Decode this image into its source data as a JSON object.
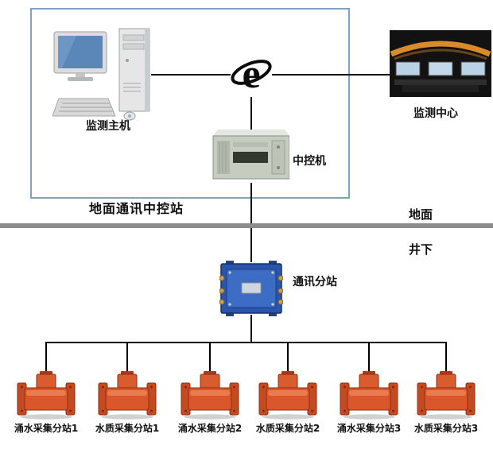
{
  "nodes": {
    "host_label": "监测主机",
    "center_label": "监测中心",
    "server_label": "中控机",
    "station_label": "地面通讯中控站",
    "substation_label": "通讯分站",
    "surface_label": "地面",
    "underground_label": "井下"
  },
  "devices": [
    {
      "label": "涌水采集分站1"
    },
    {
      "label": "水质采集分站1"
    },
    {
      "label": "涌水采集分站2"
    },
    {
      "label": "水质采集分站2"
    },
    {
      "label": "涌水采集分站3"
    },
    {
      "label": "水质采集分站3"
    }
  ],
  "icons": {
    "host": "computer-workstation-icon",
    "internet": "internet-e-icon",
    "center": "monitoring-room-image",
    "server": "rack-server-icon",
    "substation": "junction-box-icon",
    "device": "flow-sensor-icon"
  },
  "colors": {
    "boundary_border": "#7fa3c6",
    "divider_gray": "#8c8c8c",
    "connector_black": "#000000",
    "device_orange": "#d9572a",
    "junction_blue": "#2a55a8"
  }
}
